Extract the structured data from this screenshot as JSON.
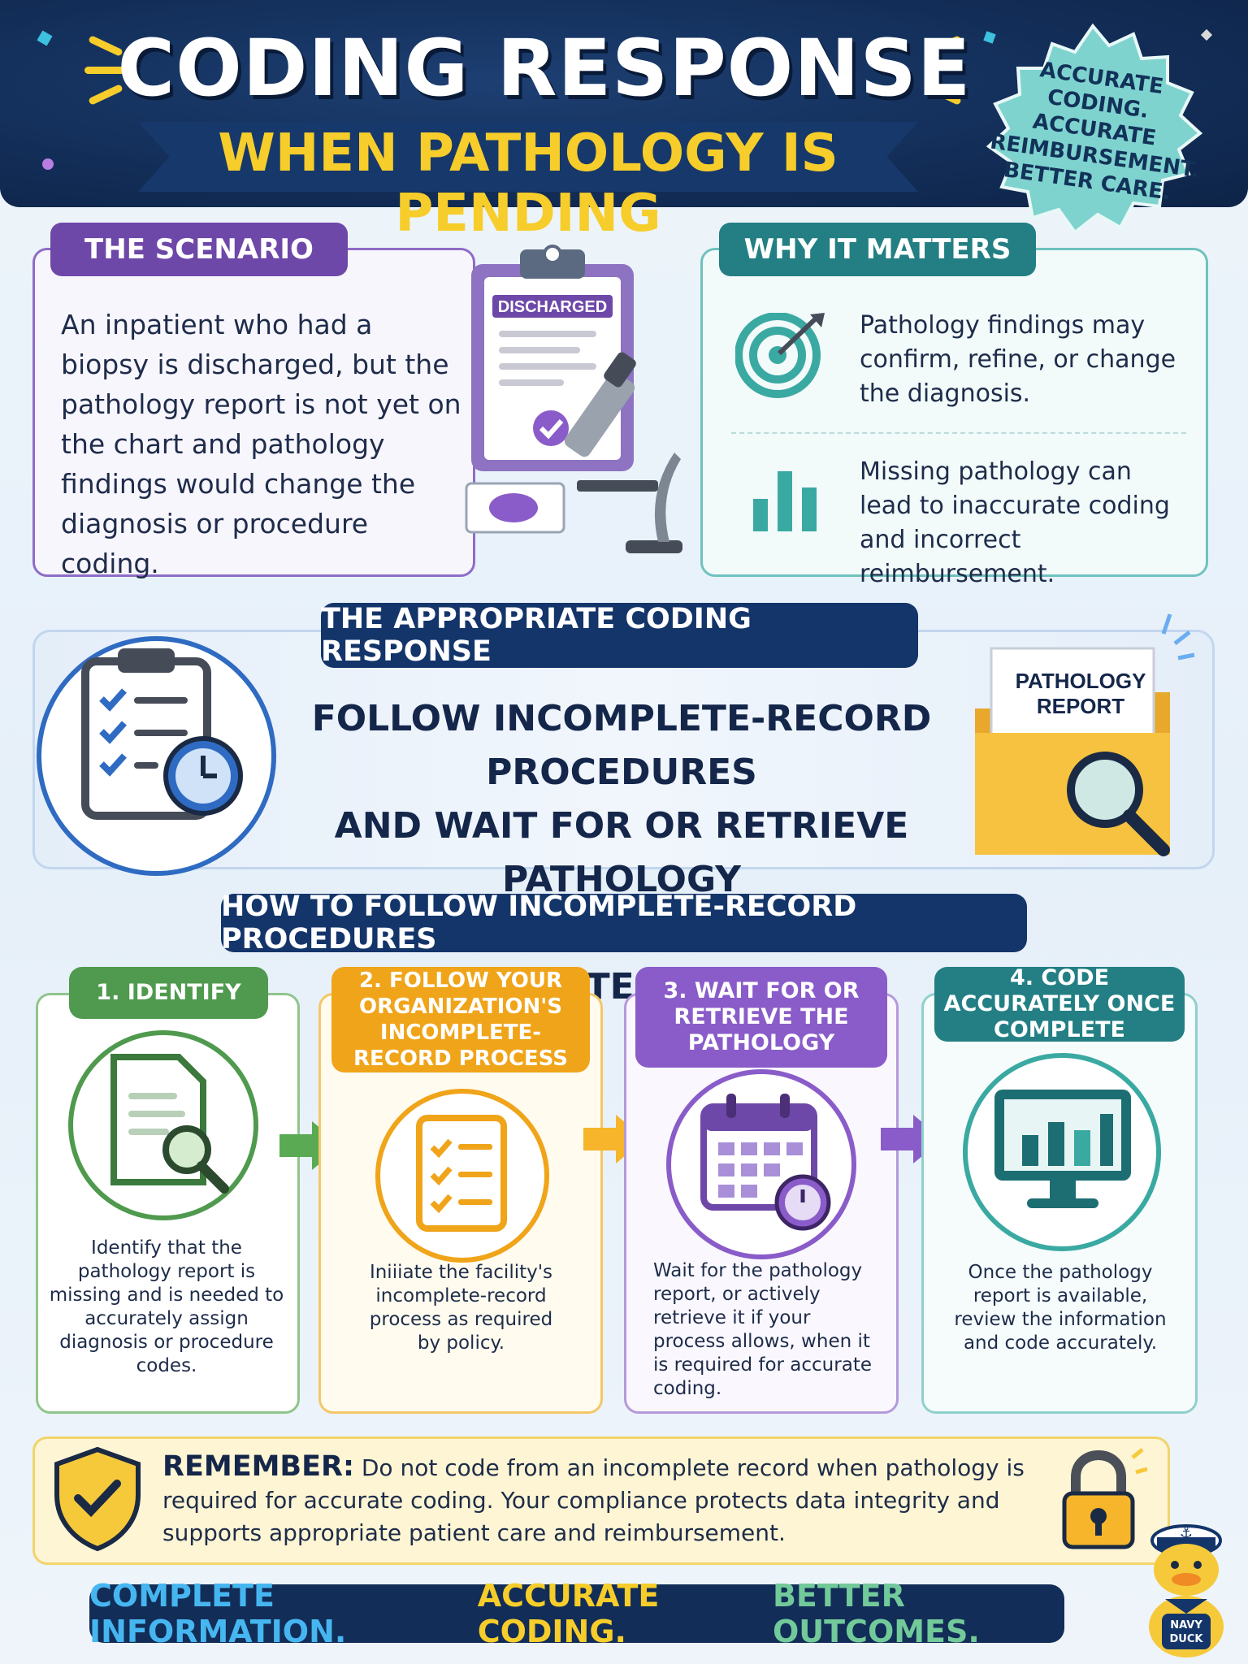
{
  "header": {
    "title": "CODING RESPONSE",
    "subtitle": "WHEN PATHOLOGY IS PENDING",
    "badge_lines": [
      "ACCURATE",
      "CODING.",
      "ACCURATE",
      "REIMBURSEMENT.",
      "BETTER CARE."
    ]
  },
  "scenario": {
    "heading": "THE SCENARIO",
    "body": "An inpatient who had a biopsy is discharged, but the pathology report is not yet on the chart and pathology findings would change the diagnosis or procedure coding.",
    "clipboard_label": "DISCHARGED"
  },
  "why": {
    "heading": "WHY IT MATTERS",
    "items": [
      {
        "icon": "target-icon",
        "text": "Pathology findings may confirm, refine, or change the diagnosis."
      },
      {
        "icon": "bar-chart-icon",
        "text": "Missing pathology can lead to inaccurate coding and incorrect reimbursement."
      }
    ]
  },
  "response": {
    "heading": "THE APPROPRIATE CODING RESPONSE",
    "lines": [
      "FOLLOW INCOMPLETE-RECORD PROCEDURES",
      "AND WAIT FOR OR RETRIEVE PATHOLOGY",
      "WHEN IT IS REQUIRED FOR ACCURATE CODING."
    ],
    "folder_label_1": "PATHOLOGY",
    "folder_label_2": "REPORT"
  },
  "how": {
    "heading": "HOW TO FOLLOW INCOMPLETE-RECORD PROCEDURES",
    "steps": [
      {
        "title": "1. IDENTIFY",
        "text": "Identify that the pathology report is missing and is needed to accurately assign diagnosis or procedure codes.",
        "color": "#4f9a4e"
      },
      {
        "title": "2. FOLLOW YOUR ORGANIZATION'S INCOMPLETE-RECORD PROCESS",
        "text": "Iniiiate the facility's incomplete-record process as required by policy.",
        "color": "#f0a419"
      },
      {
        "title": "3. WAIT FOR OR RETRIEVE THE PATHOLOGY",
        "text": "Wait for the pathology report, or actively retrieve it if your process allows, when it is required for accurate coding.",
        "color": "#8a5cc9"
      },
      {
        "title": "4. CODE ACCURATELY ONCE COMPLETE",
        "text": "Once the pathology report is available, review the information and code accurately.",
        "color": "#237f83"
      }
    ]
  },
  "remember": {
    "label": "REMEMBER:",
    "text": " Do not code from an incomplete record when pathology is required for accurate coding. Your compliance protects data integrity and supports appropriate patient care and reimbursement."
  },
  "footer": {
    "part1": "COMPLETE INFORMATION.",
    "part2": "ACCURATE CODING.",
    "part3": "BETTER OUTCOMES."
  },
  "mascot": {
    "label_1": "NAVY",
    "label_2": "DUCK"
  },
  "colors": {
    "navy": "#14356a",
    "yellow": "#f6cd2a",
    "purple": "#6e48a8",
    "teal": "#237f83",
    "green": "#4f9a4e",
    "orange": "#f0a419"
  }
}
